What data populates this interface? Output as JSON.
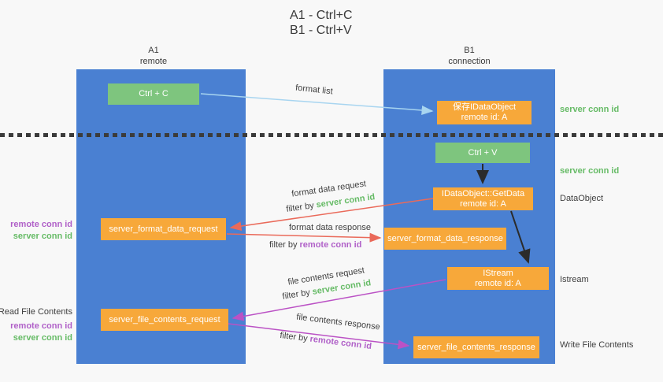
{
  "title": {
    "line1": "A1 - Ctrl+C",
    "line2": "B1 - Ctrl+V"
  },
  "columns": {
    "a1": {
      "name": "A1",
      "subtitle": "remote"
    },
    "b1": {
      "name": "B1",
      "subtitle": "connection"
    }
  },
  "nodes": {
    "ctrl_c": "Ctrl + C",
    "ctrl_v": "Ctrl + V",
    "save_dataobject": {
      "line1": "保存IDataObject",
      "line2": "remote id: A"
    },
    "getdata": {
      "line1": "IDataObject::GetData",
      "line2": "remote id: A"
    },
    "format_request": "server_format_data_request",
    "format_response": "server_format_data_response",
    "istream": {
      "line1": "IStream",
      "line2": "remote id: A"
    },
    "file_request": "server_file_contents_request",
    "file_response": "server_file_contents_response"
  },
  "side_labels": {
    "server_conn_id_right_top": "server conn id",
    "server_conn_id_right_mid": "server conn id",
    "dataobject": "DataObject",
    "istream": "Istream",
    "write_file_contents": "Write File Contents",
    "remote_conn_id_left_1": "remote conn id",
    "server_conn_id_left_1": "server conn id",
    "read_file_contents": "Read File Contents",
    "remote_conn_id_left_2": "remote conn id",
    "server_conn_id_left_2": "server conn id"
  },
  "arrow_labels": {
    "format_list": "format list",
    "format_data_request": "format data request",
    "filter_request_prefix": "filter by ",
    "filter_request_id": "server conn id",
    "format_data_response": "format data response",
    "filter_response_prefix": "filter by ",
    "filter_response_id": "remote conn id",
    "file_contents_request": "file contents request",
    "filter_file_request_prefix": "filter by ",
    "filter_file_request_id": "server conn id",
    "file_contents_response": "file contents response",
    "filter_file_response_prefix": "filter by ",
    "filter_file_response_id": "remote conn id"
  },
  "colors": {
    "column_blue": "#4a80d2",
    "key_green": "#7ec57e",
    "node_orange": "#f7a83a",
    "conn_id_green": "#66bb66",
    "conn_id_purple": "#b060c8",
    "arrow_salmon": "#ea6a5a",
    "arrow_magenta": "#bb52c5",
    "arrow_lightblue": "#a8d5f0",
    "arrow_black": "#2b2b2b"
  }
}
